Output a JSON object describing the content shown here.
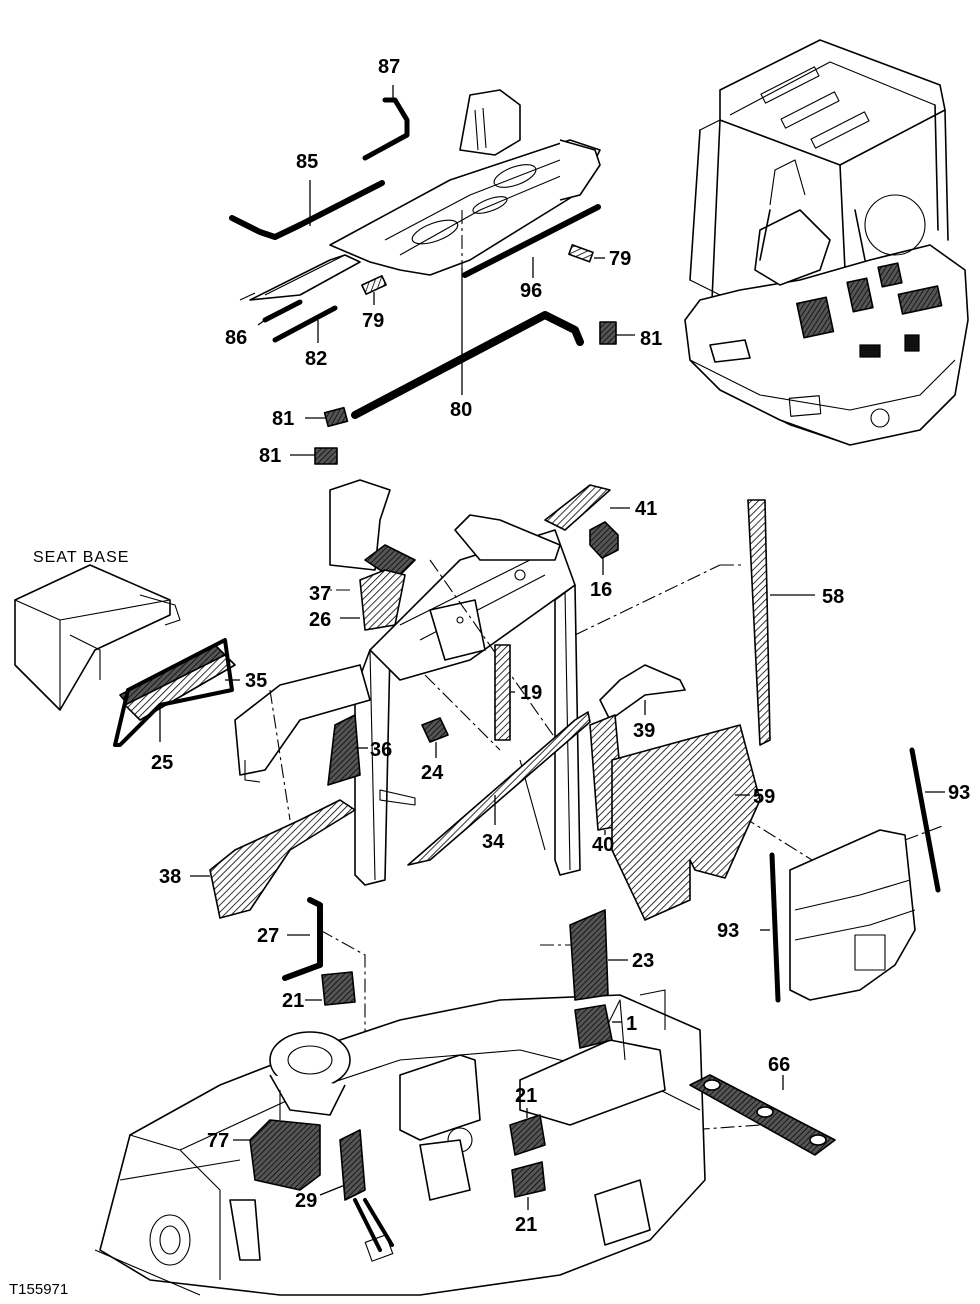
{
  "drawing_id": "T155971",
  "seat_base_label": "SEAT BASE",
  "callouts": [
    {
      "id": "c87",
      "text": "87"
    },
    {
      "id": "c85",
      "text": "85"
    },
    {
      "id": "c79a",
      "text": "79"
    },
    {
      "id": "c96",
      "text": "96"
    },
    {
      "id": "c79b",
      "text": "79"
    },
    {
      "id": "c86",
      "text": "86"
    },
    {
      "id": "c82",
      "text": "82"
    },
    {
      "id": "c81a",
      "text": "81"
    },
    {
      "id": "c80",
      "text": "80"
    },
    {
      "id": "c81b",
      "text": "81"
    },
    {
      "id": "c81c",
      "text": "81"
    },
    {
      "id": "c41",
      "text": "41"
    },
    {
      "id": "c16",
      "text": "16"
    },
    {
      "id": "c58",
      "text": "58"
    },
    {
      "id": "c37",
      "text": "37"
    },
    {
      "id": "c26",
      "text": "26"
    },
    {
      "id": "c35",
      "text": "35"
    },
    {
      "id": "c19",
      "text": "19"
    },
    {
      "id": "c39",
      "text": "39"
    },
    {
      "id": "c25",
      "text": "25"
    },
    {
      "id": "c36",
      "text": "36"
    },
    {
      "id": "c24",
      "text": "24"
    },
    {
      "id": "c59",
      "text": "59"
    },
    {
      "id": "c93a",
      "text": "93"
    },
    {
      "id": "c34",
      "text": "34"
    },
    {
      "id": "c40",
      "text": "40"
    },
    {
      "id": "c38",
      "text": "38"
    },
    {
      "id": "c93b",
      "text": "93"
    },
    {
      "id": "c27",
      "text": "27"
    },
    {
      "id": "c23",
      "text": "23"
    },
    {
      "id": "c21a",
      "text": "21"
    },
    {
      "id": "c1",
      "text": "1"
    },
    {
      "id": "c66",
      "text": "66"
    },
    {
      "id": "c21b",
      "text": "21"
    },
    {
      "id": "c77",
      "text": "77"
    },
    {
      "id": "c29",
      "text": "29"
    },
    {
      "id": "c21c",
      "text": "21"
    }
  ]
}
